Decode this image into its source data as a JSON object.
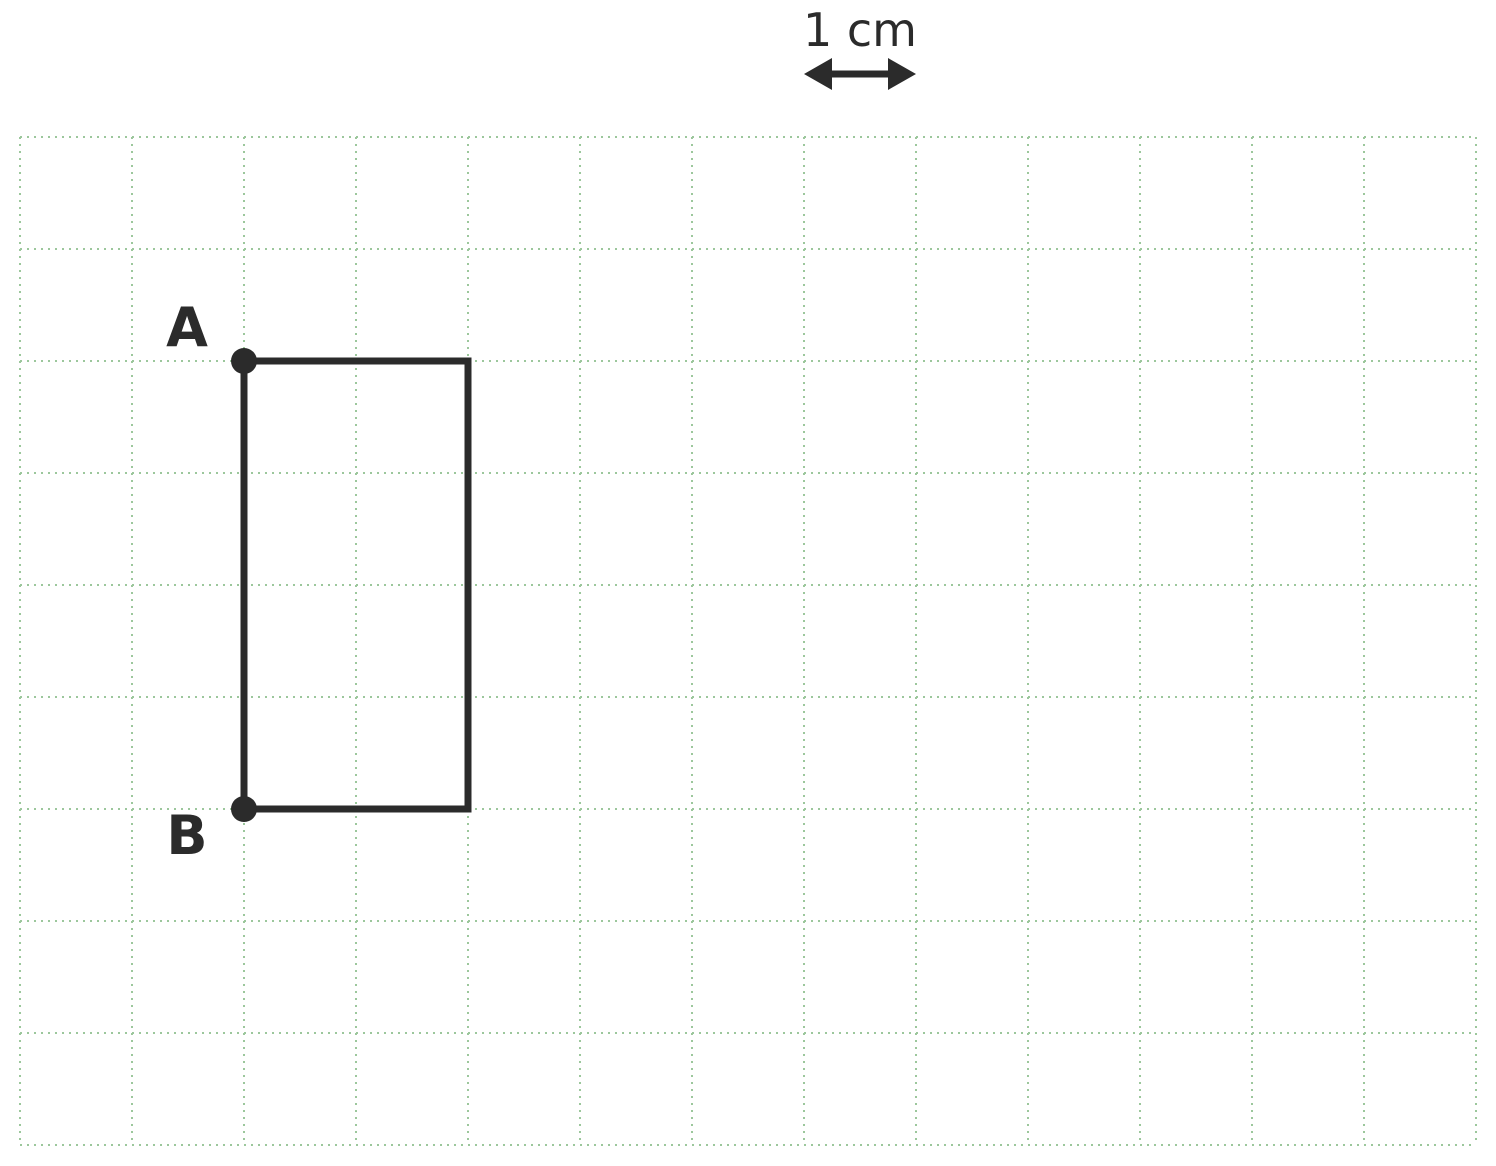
{
  "colors": {
    "grid": "#9cc79c",
    "ink": "#2b2b2b",
    "background": "#ffffff"
  },
  "grid": {
    "columns": 13,
    "rows": 9
  },
  "scale": {
    "label": "1 cm",
    "length_cells": 1,
    "icon": "double-arrow-icon"
  },
  "rectangle": {
    "corner_cells": [
      [
        2,
        2
      ],
      [
        4,
        2
      ],
      [
        4,
        6
      ],
      [
        2,
        6
      ]
    ],
    "width_cells": 2,
    "height_cells": 4
  },
  "points": [
    {
      "label": "A",
      "cell": [
        2,
        2
      ]
    },
    {
      "label": "B",
      "cell": [
        2,
        6
      ]
    }
  ]
}
